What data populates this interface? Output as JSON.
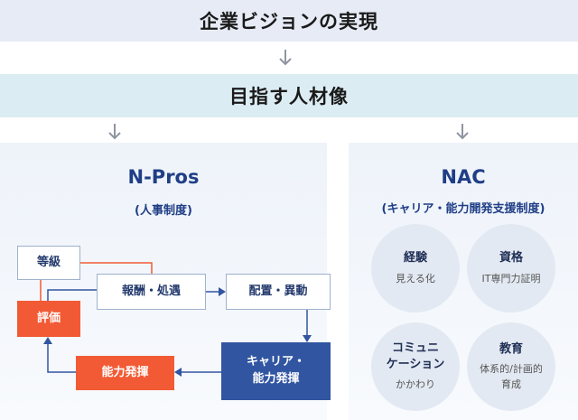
{
  "header": {
    "vision": "企業ビジョンの実現",
    "ideal": "目指す人材像"
  },
  "npros": {
    "title": "N-Pros",
    "subtitle": "(人事制度)",
    "grade": "等級",
    "reward": "報酬・処遇",
    "evaluation": "評価",
    "placement": "配置・異動",
    "career_line1": "キャリア・",
    "career_line2": "能力発揮",
    "ability": "能力発揮"
  },
  "nac": {
    "title": "NAC",
    "subtitle": "(キャリア・能力開発支援制度)",
    "circles": [
      {
        "title": "経験",
        "sub": "見える化"
      },
      {
        "title": "資格",
        "sub": "IT専門力証明"
      },
      {
        "title": "コミュニ\nケーション",
        "sub": "かかわり"
      },
      {
        "title": "教育",
        "sub": "体系的/計画的\n育成"
      }
    ]
  },
  "colors": {
    "navy": "#1f3e86",
    "orange": "#f25a35",
    "box_navy": "#3155a1",
    "arrow": "#8e95a0"
  }
}
